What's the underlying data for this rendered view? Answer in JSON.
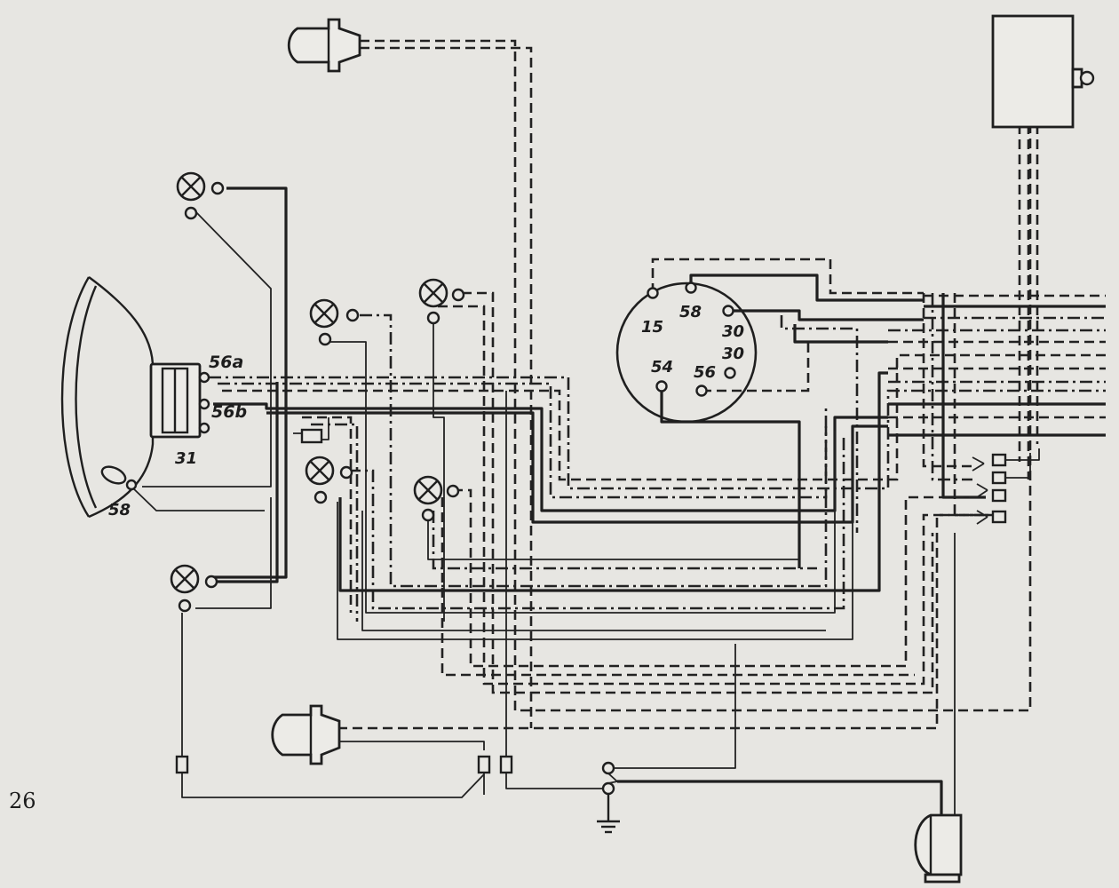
{
  "page_number": "26",
  "headlamp": {
    "terminals": [
      "56a",
      "56b",
      "31",
      "58"
    ]
  },
  "ignition_switch": {
    "terminals": [
      "15",
      "58",
      "30",
      "30",
      "54",
      "56"
    ]
  },
  "components": {
    "headlamp": "headlamp-icon",
    "ignition_switch": "ignition-switch-icon",
    "indicator_lamp": "lamp-icon",
    "signal_bulb_housing": "bulb-housing-icon",
    "control_box": "control-box-icon",
    "connector": "connector-icon",
    "ground": "ground-icon",
    "horn": "horn-icon"
  },
  "colors": {
    "paper": "#e7e6e2",
    "ink": "#1f1f1f"
  }
}
